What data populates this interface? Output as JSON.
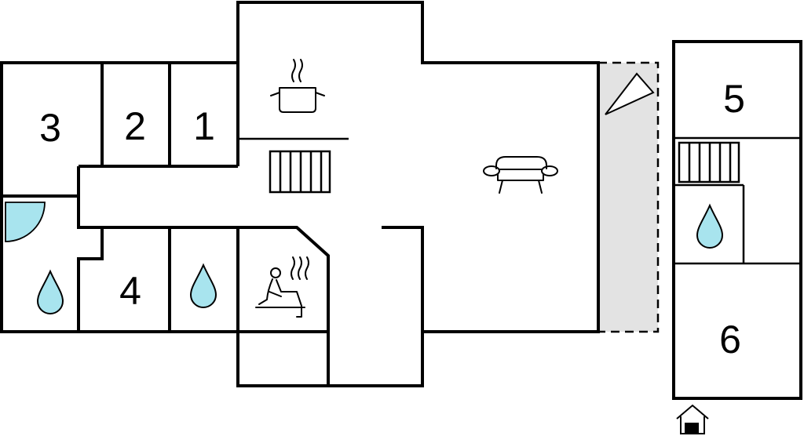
{
  "rooms": [
    {
      "id": "room-1",
      "label": "1"
    },
    {
      "id": "room-2",
      "label": "2"
    },
    {
      "id": "room-3",
      "label": "3"
    },
    {
      "id": "room-4",
      "label": "4"
    },
    {
      "id": "room-5",
      "label": "5"
    },
    {
      "id": "room-6",
      "label": "6"
    }
  ],
  "colors": {
    "wall": "#000000",
    "water": "#a8e4ee",
    "terrace": "#e3e3e3",
    "background": "#ffffff"
  },
  "icons": [
    "cooking-pot-icon",
    "sofa-icon",
    "sauna-icon",
    "water-drop-icon",
    "stairs-icon",
    "door-swing-icon",
    "entrance-icon",
    "terrace-direction-icon"
  ]
}
